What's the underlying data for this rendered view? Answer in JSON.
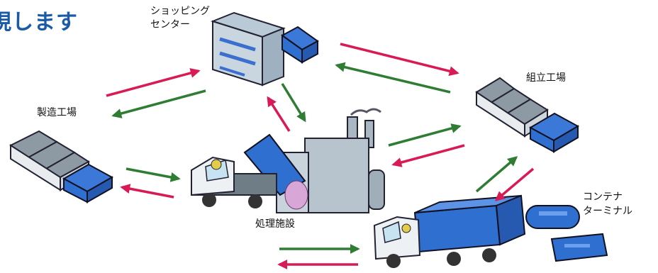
{
  "title_fragment": "現します",
  "nodes": {
    "shopping_center": {
      "line1": "ショッピング",
      "line2": "センター"
    },
    "manufacturing_plant": "製造工場",
    "assembly_plant": "組立工場",
    "processing_facility": "処理施設",
    "container_terminal": {
      "line1": "コンテナ",
      "line2": "ターミナル"
    }
  },
  "colors": {
    "arrow_outbound": "#d81b55",
    "arrow_return": "#2e7d32",
    "title": "#1b5aa6",
    "container_blue": "#2f6fd0"
  }
}
